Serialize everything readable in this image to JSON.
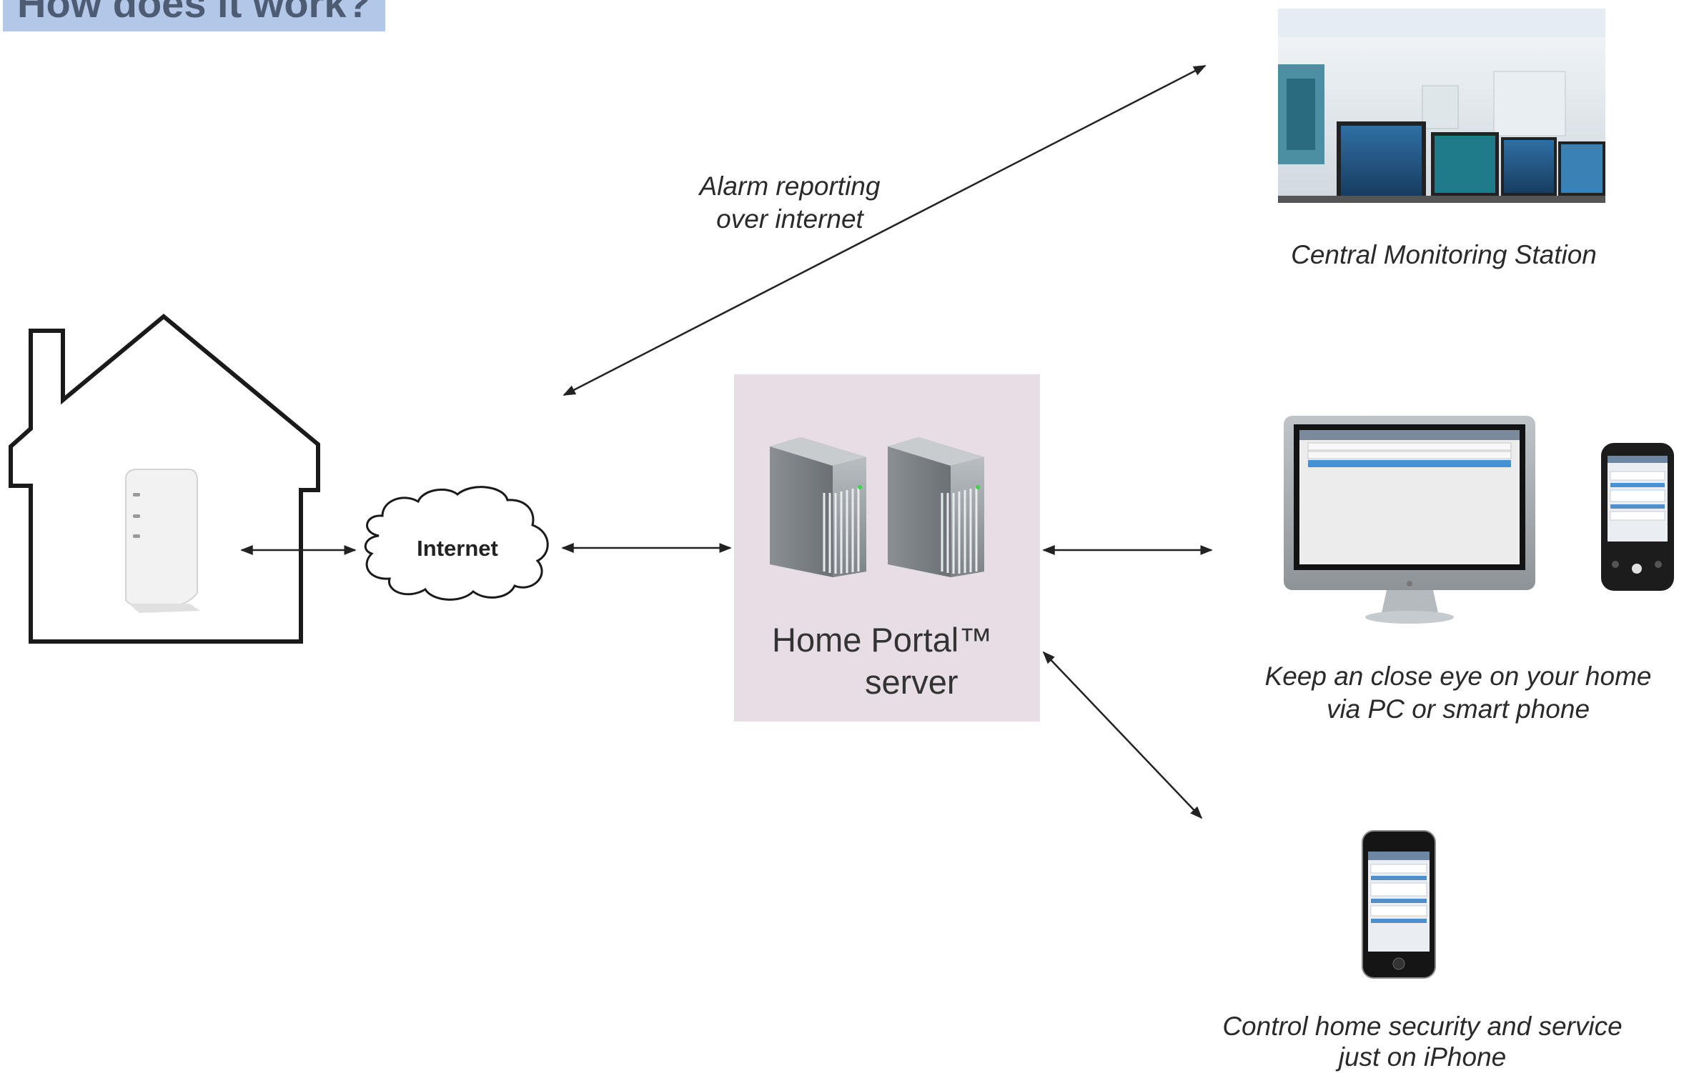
{
  "title": "How does it work?",
  "nodes": {
    "internet": "Internet",
    "server_line1": "Home Portal™",
    "server_line2": "server"
  },
  "labels": {
    "alarm_line1": "Alarm reporting",
    "alarm_line2": "over internet",
    "central_station": "Central Monitoring Station",
    "pc_phone_line1": "Keep an close eye on your home",
    "pc_phone_line2": "via PC or smart phone",
    "iphone_line1": "Control home security and service",
    "iphone_line2": "just on iPhone"
  },
  "colors": {
    "title_bg": "#b3c8e8",
    "server_bg": "#e7dee5"
  }
}
